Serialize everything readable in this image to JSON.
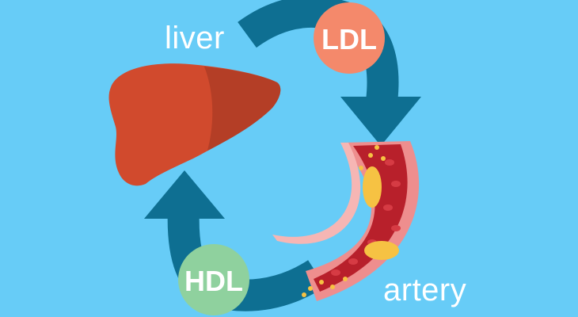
{
  "labels": {
    "liver": "liver",
    "artery": "artery",
    "ldl": "LDL",
    "hdl": "HDL"
  },
  "colors": {
    "background": "#67ccf7",
    "cycle_arrow": "#0e6f92",
    "ldl_badge": "#f4896b",
    "hdl_badge": "#8fd19e",
    "liver": "#d14a2d",
    "liver_shadow": "#b43e26",
    "artery_wall": "#ee8e8e",
    "artery_lumen": "#b8202b",
    "plaque": "#f6c243"
  },
  "icons": [
    "liver-illustration",
    "artery-cross-section",
    "cycle-arrow-top",
    "cycle-arrow-left"
  ]
}
